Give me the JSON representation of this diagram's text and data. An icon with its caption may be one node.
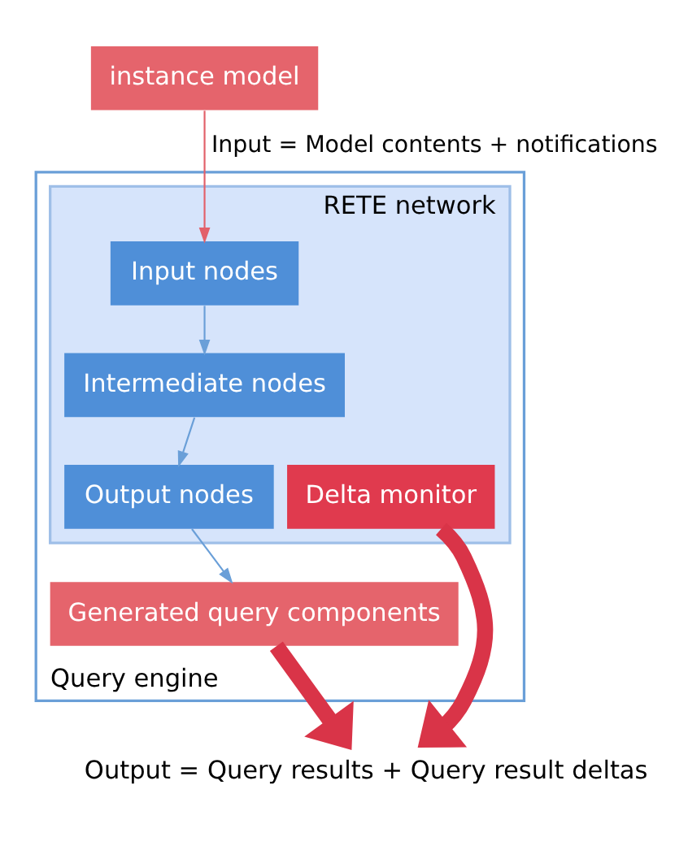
{
  "diagram": {
    "nodes": [
      {
        "text": [
          "instance model"
        ]
      },
      {
        "text": [
          "Query engine"
        ]
      },
      {
        "text": [
          "RETE network"
        ],
        "in": 1
      },
      {
        "text": [
          "Input nodes"
        ],
        "in": 2
      },
      {
        "text": [
          "Intermediate nodes"
        ],
        "in": 2
      },
      {
        "text": [
          "Output nodes"
        ],
        "in": 2
      },
      {
        "text": [
          "Delta monitor"
        ],
        "in": 2
      },
      {
        "text": [
          "Generated query components"
        ],
        "in": 1
      },
      {
        "text": [
          "Output = Query results + Query result deltas"
        ]
      }
    ],
    "edges": [
      {
        "from": 0,
        "to": 3,
        "arrow": "to",
        "label": "Input = Model contents + notifications",
        "color": "#e2606a"
      },
      {
        "from": 3,
        "to": 4,
        "arrow": "to"
      },
      {
        "from": 4,
        "to": 5,
        "arrow": "to"
      },
      {
        "from": 5,
        "to": 7,
        "arrow": "to"
      },
      {
        "from": 7,
        "to": 8,
        "arrow": "to",
        "style": "thick",
        "color": "#d93448"
      },
      {
        "from": 6,
        "to": 8,
        "arrow": "to",
        "style": "thick",
        "color": "#d93448"
      }
    ]
  }
}
